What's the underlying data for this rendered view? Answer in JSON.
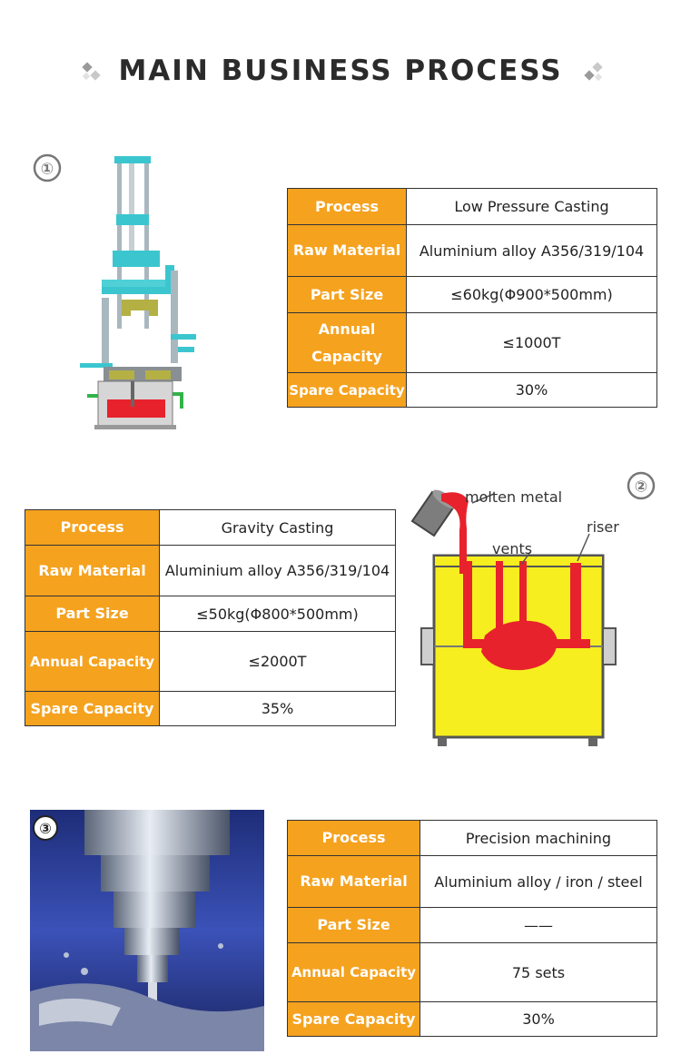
{
  "header": {
    "title": "MAIN BUSINESS PROCESS"
  },
  "sections": [
    {
      "number": "①",
      "rows": [
        {
          "key": "Process",
          "value": "Low Pressure Casting"
        },
        {
          "key": "Raw Material",
          "value": "Aluminium alloy A356/319/104"
        },
        {
          "key": "Part Size",
          "value": "≤60kg(Φ900*500mm)"
        },
        {
          "key": "Annual Capacity",
          "value": "≤1000T"
        },
        {
          "key": "Spare Capacity",
          "value": "30%"
        }
      ]
    },
    {
      "number": "②",
      "diagram_labels": {
        "molten": "molten metal",
        "vents": "vents",
        "riser": "riser"
      },
      "rows": [
        {
          "key": "Process",
          "value": "Gravity Casting"
        },
        {
          "key": "Raw Material",
          "value": "Aluminium alloy A356/319/104"
        },
        {
          "key": "Part Size",
          "value": "≤50kg(Φ800*500mm)"
        },
        {
          "key": "Annual Capacity",
          "value": "≤2000T"
        },
        {
          "key": "Spare Capacity",
          "value": "35%"
        }
      ]
    },
    {
      "number": "③",
      "rows": [
        {
          "key": "Process",
          "value": "Precision machining"
        },
        {
          "key": "Raw Material",
          "value": "Aluminium alloy / iron / steel"
        },
        {
          "key": "Part Size",
          "value": "——"
        },
        {
          "key": "Annual Capacity",
          "value": "75 sets"
        },
        {
          "key": "Spare Capacity",
          "value": "30%"
        }
      ]
    }
  ],
  "colors": {
    "accent": "#f5a21f",
    "text": "#2b2b2b",
    "border": "#333333"
  }
}
